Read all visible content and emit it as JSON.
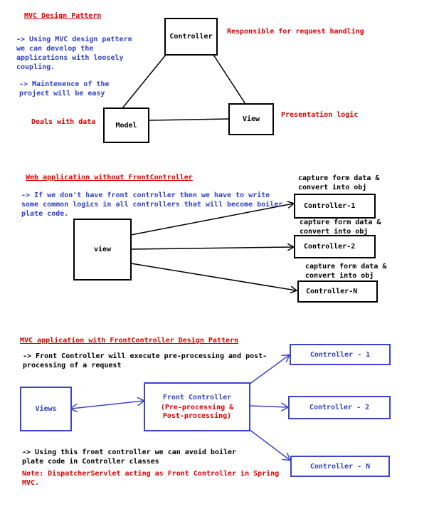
{
  "section1": {
    "title": "MVC Design Pattern",
    "desc1": "-> Using MVC design pattern\nwe can develop the\napplications with loosely\ncoupling.",
    "desc2": "-> Maintenence of the\nproject will be easy",
    "controller": "Controller",
    "model": "Model",
    "view": "View",
    "controller_note": "Responsible for request handling",
    "model_note": "Deals with data",
    "view_note": "Presentation logic"
  },
  "section2": {
    "title": "Web application without FrontController",
    "desc": "-> If we don't have front controller then we have to write\nsome common logics in all controllers that will become boiler\nplate code.",
    "view": "view",
    "controllers": [
      "Controller-1",
      "Controller-2",
      "Controller-N"
    ],
    "capture_note": "capture form data &\nconvert into obj"
  },
  "section3": {
    "title": "MVC application with FrontController Design Pattern",
    "desc": "-> Front Controller will execute pre-processing and post-\nprocessing of a request",
    "views": "Views",
    "front_controller": "Front Controller",
    "front_controller_sub": "(Pre-processing &\nPost-processing)",
    "controllers": [
      "Controller - 1",
      "Controller - 2",
      "Controller - N"
    ],
    "desc2": "-> Using this front controller we can avoid boiler\nplate code in Controller classes",
    "note": "Note: DispatcherServlet acting as Front Controller in Spring\nMVC."
  },
  "colors": {
    "red": "#e00000",
    "blue": "#2f3fc8",
    "black": "#000000"
  }
}
